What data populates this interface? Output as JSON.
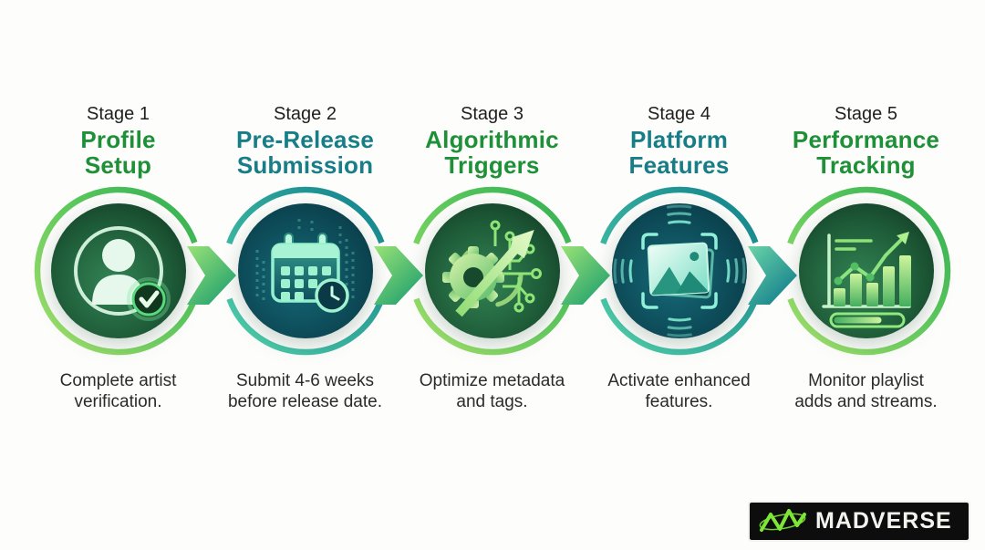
{
  "title": "Music release pipeline infographic",
  "stages": [
    {
      "label": "Stage 1",
      "title": "Profile\nSetup",
      "description": "Complete artist\nverification.",
      "icon": "artist-profile-verified-icon",
      "theme": "green"
    },
    {
      "label": "Stage 2",
      "title": "Pre-Release\nSubmission",
      "description": "Submit 4-6 weeks\nbefore release date.",
      "icon": "calendar-deadline-clock-icon",
      "theme": "teal"
    },
    {
      "label": "Stage 3",
      "title": "Algorithmic\nTriggers",
      "description": "Optimize metadata\nand tags.",
      "icon": "gear-growth-circuit-icon",
      "theme": "green"
    },
    {
      "label": "Stage 4",
      "title": "Platform\nFeatures",
      "description": "Activate enhanced\nfeatures.",
      "icon": "image-broadcast-ripples-icon",
      "theme": "teal"
    },
    {
      "label": "Stage 5",
      "title": "Performance\nTracking",
      "description": "Monitor playlist\nadds and streams.",
      "icon": "analytics-growth-chart-icon",
      "theme": "green"
    }
  ],
  "connectors": {
    "style": "chevron-right-arrow",
    "count": 4,
    "colors": [
      "green",
      "green",
      "green",
      "teal"
    ]
  },
  "logo": {
    "text": "MADVERSE",
    "icon": "waveform-orbit-icon"
  },
  "colors": {
    "background": "#fdfdfb",
    "green_title": "#1e9038",
    "teal_title": "#177e88",
    "stage_label_color": "#1f1f1f",
    "description_color": "#2b2b2b",
    "ring_green": "#2fae53",
    "ring_green_light": "#a8e36c",
    "ring_teal": "#11808d",
    "ring_teal_light": "#52d3ac",
    "disc_green_dark": "#0f3320",
    "disc_teal_dark": "#07303c",
    "logo_bg": "#0c0d0c",
    "logo_text_color": "#f4f4ef",
    "logo_wave_green": "#7ee637"
  }
}
